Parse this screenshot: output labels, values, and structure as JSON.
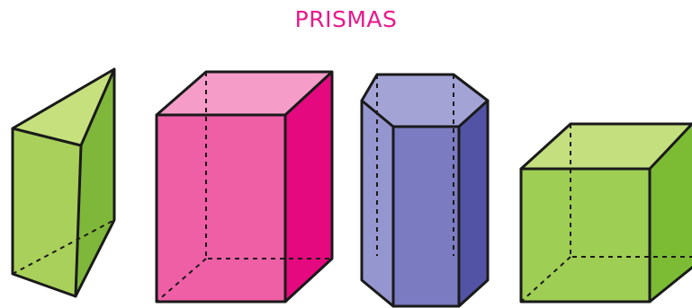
{
  "title": "PRISMAS",
  "colors": {
    "title": "#e8198b",
    "triangular": {
      "front": "#a9d05a",
      "side": "#7fb73a",
      "top": "#c6e07e"
    },
    "rectangular": {
      "front": "#ef5fa6",
      "side": "#e5097f",
      "top": "#f59dc8"
    },
    "hexagonal": {
      "front": "#7b7bc2",
      "side": "#5353a5",
      "left": "#9595cf",
      "top": "#a3a3d6"
    },
    "cube": {
      "front": "#9fce54",
      "side": "#7cbc35",
      "top": "#c4df7e"
    }
  },
  "shapes": [
    {
      "name": "triangular-prism",
      "color_key": "triangular"
    },
    {
      "name": "rectangular-prism",
      "color_key": "rectangular"
    },
    {
      "name": "hexagonal-prism",
      "color_key": "hexagonal"
    },
    {
      "name": "cube",
      "color_key": "cube"
    }
  ]
}
